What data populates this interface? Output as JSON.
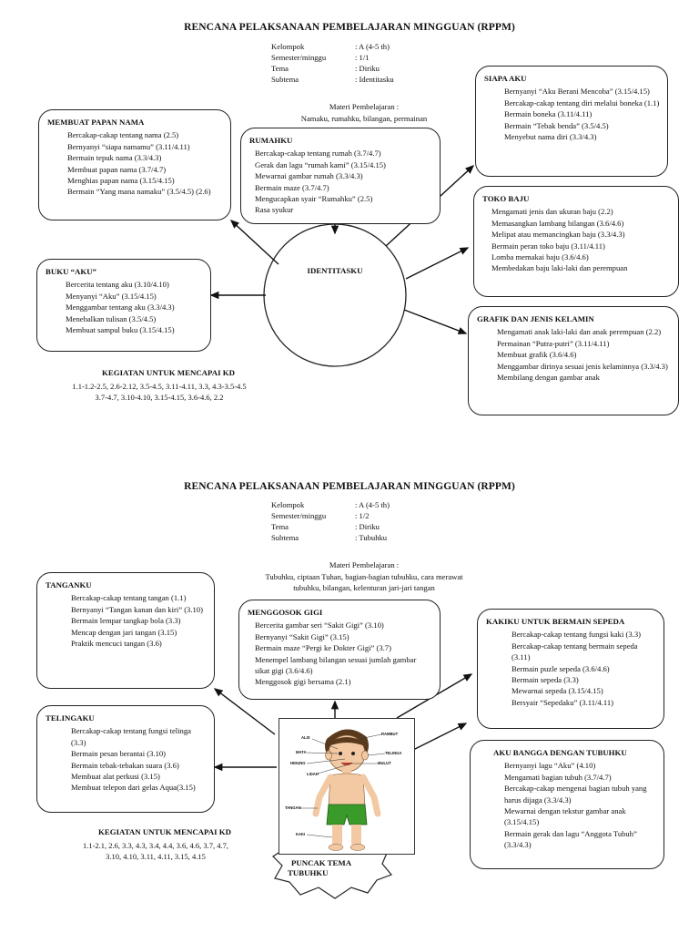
{
  "sections": [
    {
      "title": "RENCANA PELAKSANAAN PEMBELAJARAN MINGGUAN (RPPM)",
      "info": [
        {
          "label": "Kelompok",
          "value": ": A (4-5 th)"
        },
        {
          "label": "Semester/minggu",
          "value": ": 1/1"
        },
        {
          "label": "Tema",
          "value": ": Diriku"
        },
        {
          "label": "Subtema",
          "value": ": Identitasku"
        }
      ],
      "materi_label": "Materi Pembelajaran :",
      "materi_text": "Namaku, rumahku, bilangan, permainan",
      "center_label": "IDENTITASKU",
      "boxes": {
        "membuat_papan_nama": {
          "title": "MEMBUAT PAPAN NAMA",
          "items": [
            "Bercakap-cakap tentang nama (2.5)",
            "Bernyanyi “siapa namamu” (3.11/4.11)",
            "Bermain tepuk nama (3.3/4.3)",
            "Membuat papan nama (3.7/4.7)",
            "Menghias papan nama (3.15/4.15)",
            "Bermain “Yang mana namaku” (3.5/4.5) (2.6)"
          ]
        },
        "rumahku": {
          "title": "RUMAHKU",
          "items": [
            "Bercakap-cakap tentang rumah (3.7/4.7)",
            "Gerak dan lagu “rumah kami” (3.15/4.15)",
            "Mewarnai gambar rumah (3.3/4.3)",
            "Bermain maze (3.7/4.7)",
            "Mengucapkan syair “Rumahku” (2.5)",
            "Rasa syukur"
          ]
        },
        "siapa_aku": {
          "title": "SIAPA AKU",
          "items": [
            "Bernyanyi “Aku Berani Mencoba” (3.15/4.15)",
            "Bercakap-cakap tentang diri melalui boneka (1.1)",
            "Bermain boneka (3.11/4.11)",
            "Bermain “Tebak benda” (3.5/4.5)",
            "Menyebut nama diri (3.3/4.3)"
          ]
        },
        "toko_baju": {
          "title": "TOKO BAJU",
          "items": [
            "Mengamati jenis dan ukuran baju (2.2)",
            "Memasangkan lambang bilangan (3.6/4.6)",
            "Melipat atau memancingkan baju (3.3/4.3)",
            "Bermain peran toko baju (3.11/4.11)",
            "Lomba memakai baju (3.6/4.6)",
            "Membedakan baju laki-laki dan perempuan"
          ]
        },
        "buku_aku": {
          "title": "BUKU “AKU”",
          "items": [
            "Bercerita tentang aku (3.10/4.10)",
            "Menyanyi “Aku” (3.15/4.15)",
            "Menggambar tentang aku (3.3/4.3)",
            "Menebalkan tulisan (3.5/4.5)",
            "Membuat sampul buku (3.15/4.15)"
          ]
        },
        "grafik": {
          "title": "GRAFIK DAN JENIS KELAMIN",
          "items": [
            "Mengamati anak laki-laki dan anak perempuan (2.2)",
            "Permainan “Putra-putri” (3.11/4.11)",
            "Membuat grafik (3.6/4.6)",
            "Menggambar dirinya sesuai jenis kelaminnya (3.3/4.3)",
            "Membilang dengan gambar anak"
          ]
        }
      },
      "kd_heading": "KEGIATAN UNTUK MENCAPAI KD",
      "kd_text_line1": "1.1-1.2-2.5, 2.6-2.12, 3.5-4.5, 3.11-4.11, 3.3, 4.3-3.5-4.5",
      "kd_text_line2": "3.7-4.7, 3.10-4.10, 3.15-4.15, 3.6-4.6, 2.2"
    },
    {
      "title": "RENCANA PELAKSANAAN PEMBELAJARAN MINGGUAN (RPPM)",
      "info": [
        {
          "label": "Kelompok",
          "value": ": A (4-5 th)"
        },
        {
          "label": "Semester/minggu",
          "value": ": 1/2"
        },
        {
          "label": "Tema",
          "value": ": Diriku"
        },
        {
          "label": "Subtema",
          "value": ": Tubuhku"
        }
      ],
      "materi_label": "Materi Pembelajaran :",
      "materi_text_line1": "Tubuhku, ciptaan Tuhan, bagian-bagian tubuhku, cara merawat",
      "materi_text_line2": "tubuhku, bilangan, kelenturan jari-jari tangan",
      "boxes": {
        "tanganku": {
          "title": "TANGANKU",
          "items": [
            "Bercakap-cakap tentang tangan (1.1)",
            "Bernyanyi “Tangan kanan dan kiri” (3.10)",
            "Bermain lempar tangkap bola (3.3)",
            "Mencap dengan jari tangan (3.15)",
            "Praktik mencuci tangan (3.6)"
          ]
        },
        "menggosok_gigi": {
          "title": "MENGGOSOK GIGI",
          "items": [
            "Bercerita gambar seri “Sakit Gigi” (3.10)",
            "Bernyanyi “Sakit Gigi” (3.15)",
            "Bermain maze “Pergi ke Dokter Gigi” (3.7)",
            "Menempel lambang bilangan sesuai jumlah gambar sikat gigi (3.6/4.6)",
            "Menggosok gigi bersama (2.1)"
          ]
        },
        "kakiku": {
          "title": "KAKIKU UNTUK BERMAIN  SEPEDA",
          "items": [
            "Bercakap-cakap tentang fungsi kaki (3.3)",
            "Bercakap-cakap tentang bermain sepeda (3.11)",
            "Bermain puzle sepeda (3.6/4.6)",
            "Bermain sepeda (3.3)",
            "Mewarnai sepeda (3.15/4.15)",
            "Bersyair “Sepedaku” (3.11/4.11)"
          ]
        },
        "telingaku": {
          "title": "TELINGAKU",
          "items": [
            "Bercakap-cakap tentang fungsi telinga (3.3)",
            "Bermain pesan berantai (3.10)",
            "Bermain tebak-tebakan suara (3.6)",
            "Membuat alat perkusi (3.15)",
            "Membuat telepon dari gelas Aqua(3.15)"
          ]
        },
        "aku_bangga": {
          "title": "AKU BANGGA DENGAN TUBUHKU",
          "items": [
            "Bernyanyi lagu “Aku” (4.10)",
            "Mengamati bagian tubuh (3.7/4.7)",
            "Bercakap-cakap mengenai bagian tubuh yang harus dijaga (3.3/4.3)",
            "Mewarnai dengan tekstur gambar anak (3.15/4.15)",
            "Bermain gerak dan lagu “Anggota Tubuh” (3.3/4.3)"
          ]
        }
      },
      "body_labels": [
        "ALIS",
        "RAMBUT",
        "MATA",
        "HIDUNG",
        "TELINGA",
        "MULUT",
        "LIDAH",
        "TANGAN",
        "KAKI"
      ],
      "kd_heading": "KEGIATAN UNTUK MENCAPAI KD",
      "kd_text_line1": "1.1-2.1, 2.6, 3.3, 4.3, 3.4, 4.4, 3.6, 4.6, 3.7, 4.7,",
      "kd_text_line2": "3.10, 4.10, 3.11, 4.11, 3.15, 4.15",
      "burst_line1": "PUNCAK TEMA",
      "burst_line2": "TUBUHKU"
    }
  ]
}
